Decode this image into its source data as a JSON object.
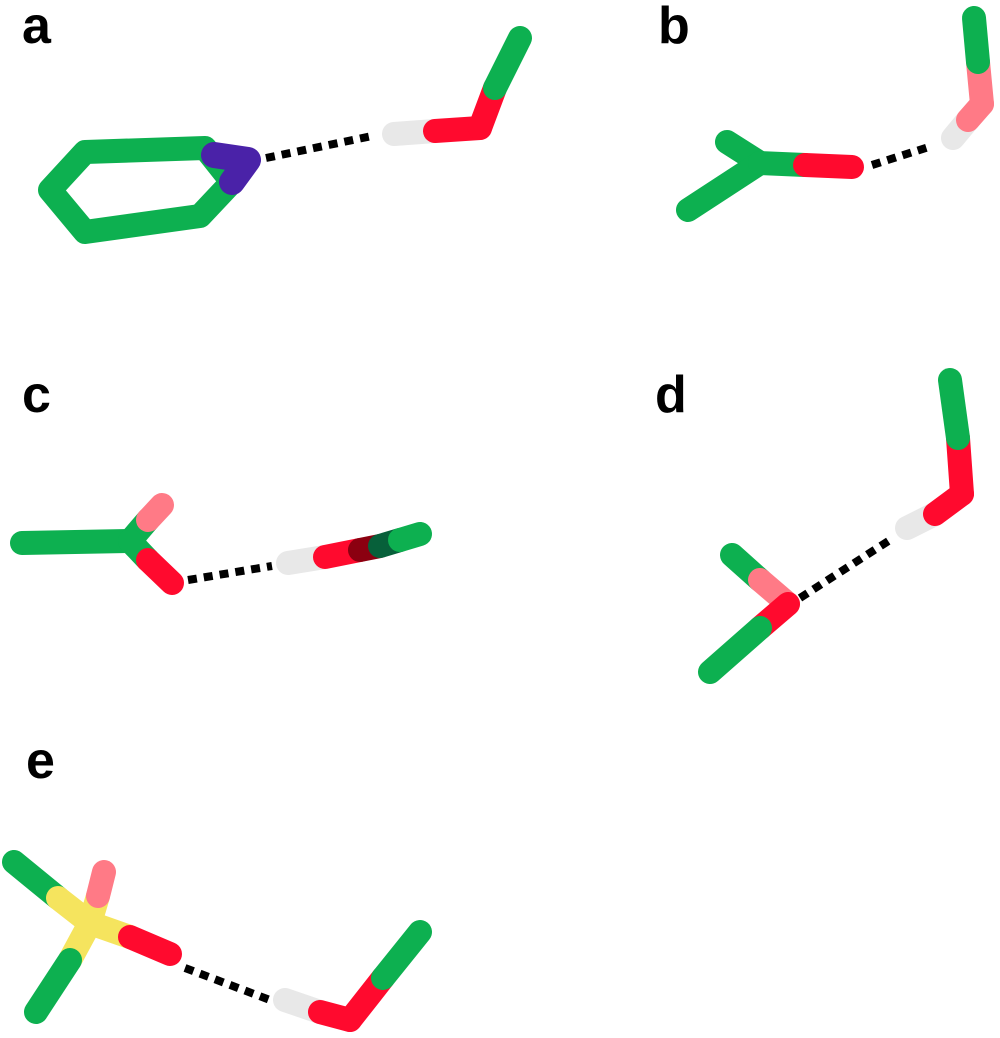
{
  "panels": [
    {
      "label": "a"
    },
    {
      "label": "b"
    },
    {
      "label": "c"
    },
    {
      "label": "d"
    },
    {
      "label": "e"
    }
  ],
  "colors": {
    "carbon": "#0db050",
    "oxygen": "#ff0a2e",
    "oxygen_light": "#ff7a86",
    "oxygen_dark": "#8b0010",
    "carbon_dark": "#07603a",
    "nitrogen": "#4a22a8",
    "hydrogen": "#f2f2f2",
    "sulfur": "#f5e45e",
    "hbond": "#000000"
  }
}
